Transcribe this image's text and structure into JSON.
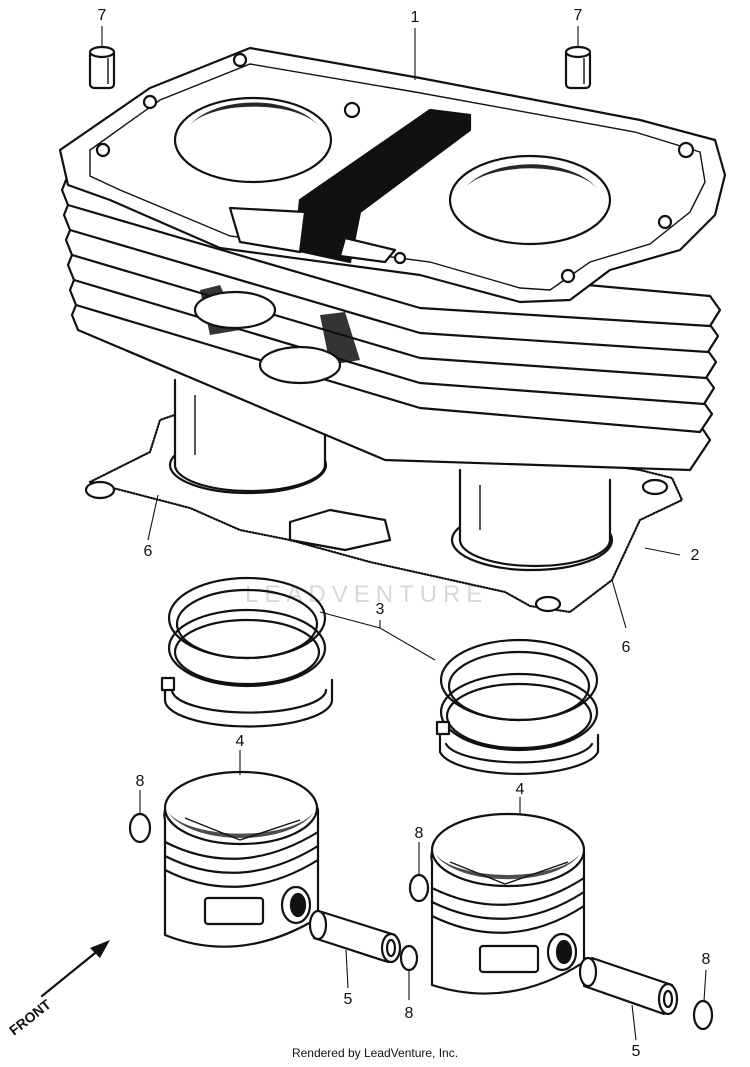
{
  "callouts": [
    "1",
    "2",
    "3",
    "4",
    "4",
    "5",
    "5",
    "6",
    "6",
    "7",
    "7",
    "8",
    "8",
    "8",
    "8"
  ],
  "watermark": "LEADVENTURE",
  "direction_label": "FRONT",
  "credit": "Rendered by LeadVenture, Inc."
}
